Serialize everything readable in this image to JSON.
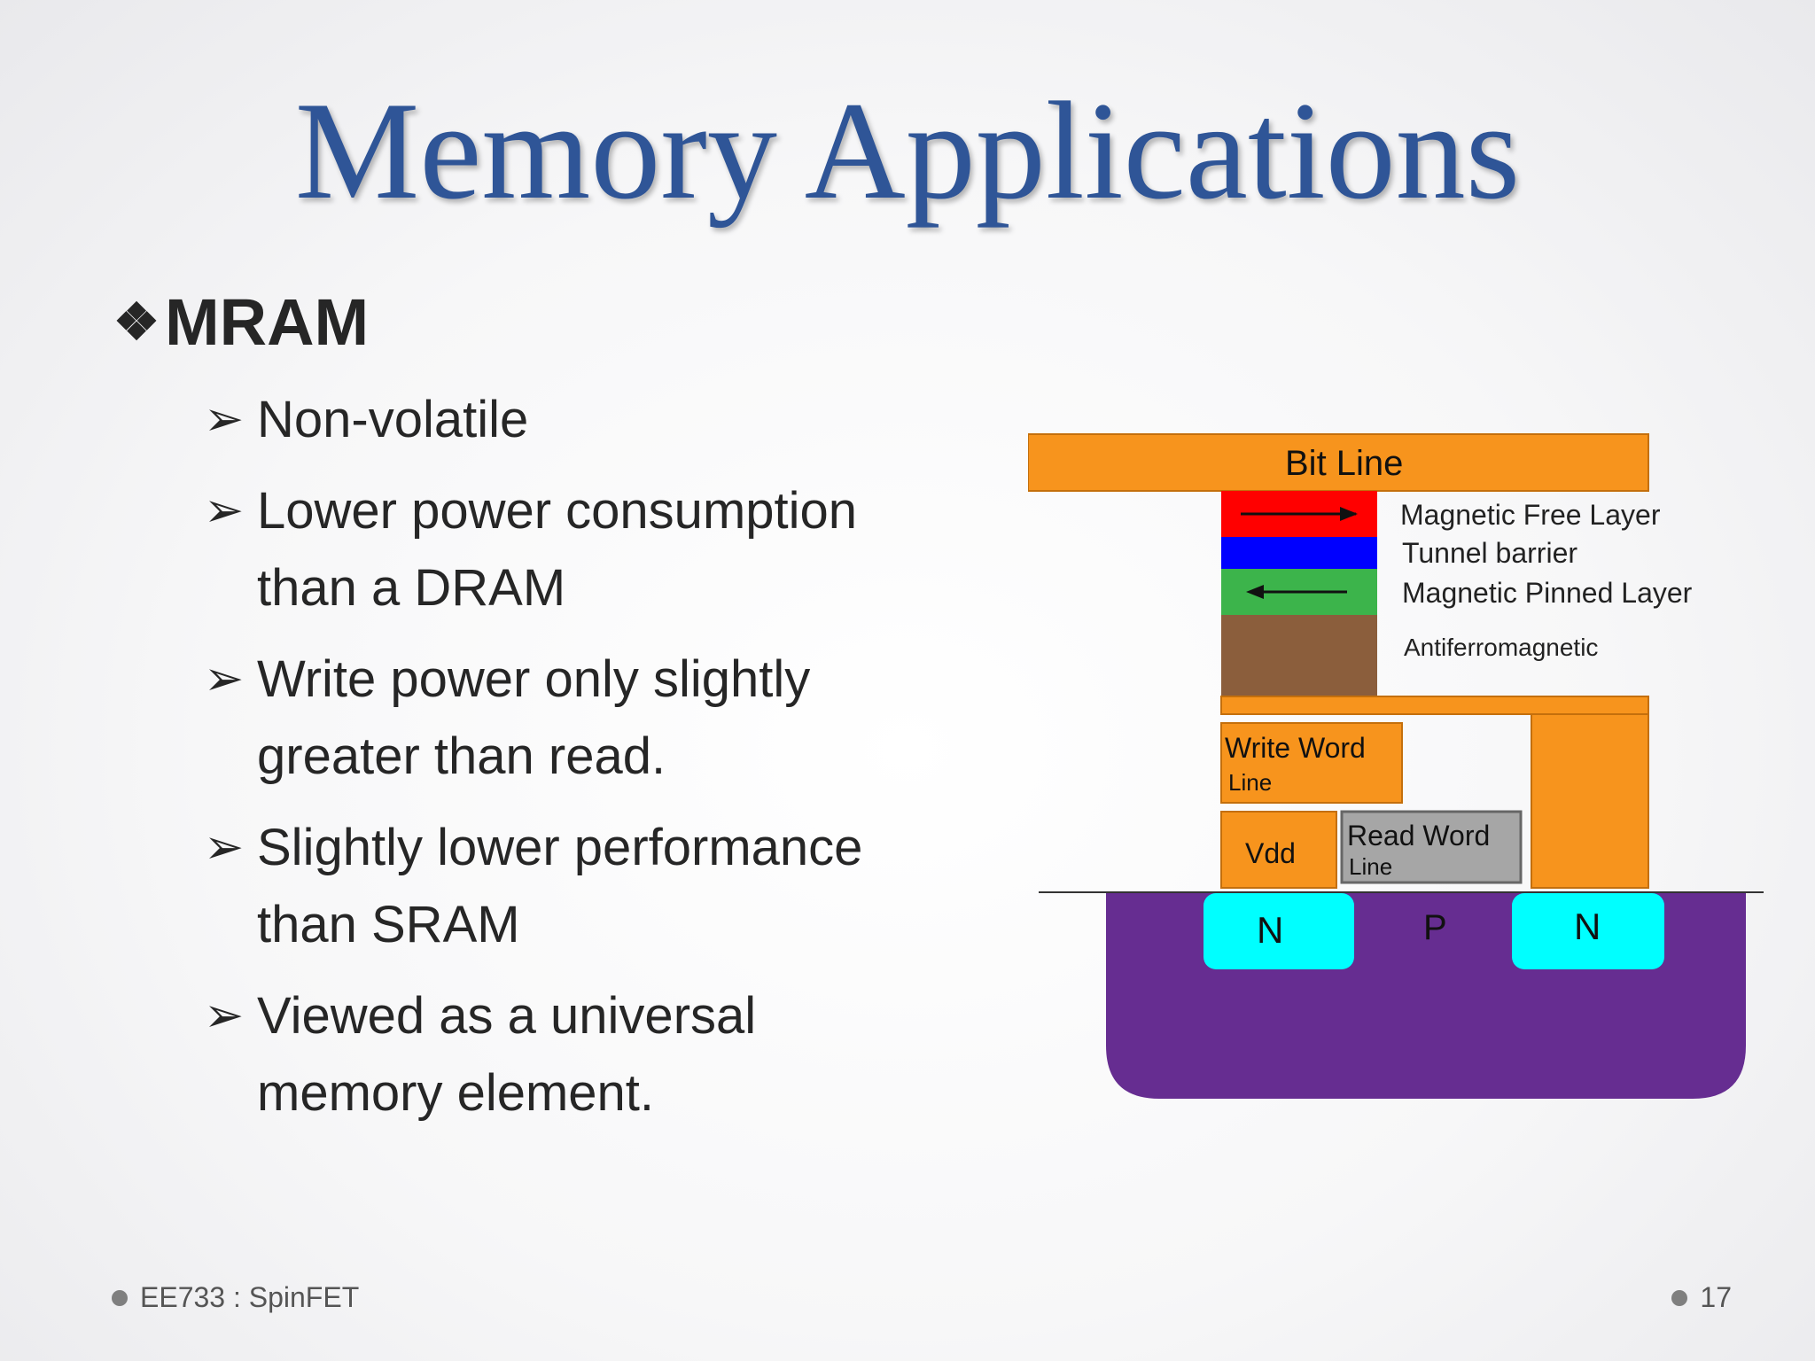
{
  "slide": {
    "title": "Memory Applications",
    "heading_bullet": "❖",
    "heading": "MRAM",
    "bullet_glyph": "➢",
    "bullets": [
      {
        "line1": "Non-volatile",
        "line2": ""
      },
      {
        "line1": "Lower power consumption",
        "line2": "than a DRAM"
      },
      {
        "line1": "Write power only slightly",
        "line2": "greater than read."
      },
      {
        "line1": "Slightly lower performance",
        "line2": "than SRAM"
      },
      {
        "line1": "Viewed as a universal",
        "line2": "memory element."
      }
    ]
  },
  "diagram": {
    "bit_line": "Bit Line",
    "free_layer": "Magnetic Free Layer",
    "tunnel_barrier": "Tunnel barrier",
    "pinned_layer": "Magnetic Pinned Layer",
    "antiferro": "Antiferromagnetic",
    "write_word_1": "Write Word",
    "write_word_2": "Line",
    "read_word_1": "Read Word",
    "read_word_2": "Line",
    "vdd": "Vdd",
    "n_left": "N",
    "p_sub": "P",
    "n_right": "N",
    "colors": {
      "orange": "#f7941d",
      "red": "#ff0000",
      "blue": "#0000ff",
      "green": "#3cb44b",
      "brown": "#8b5e3c",
      "gray": "#a6a6a6",
      "purple": "#662d91",
      "cyan": "#00ffff"
    }
  },
  "footer": {
    "course": "EE733 : SpinFET",
    "page": "17"
  }
}
